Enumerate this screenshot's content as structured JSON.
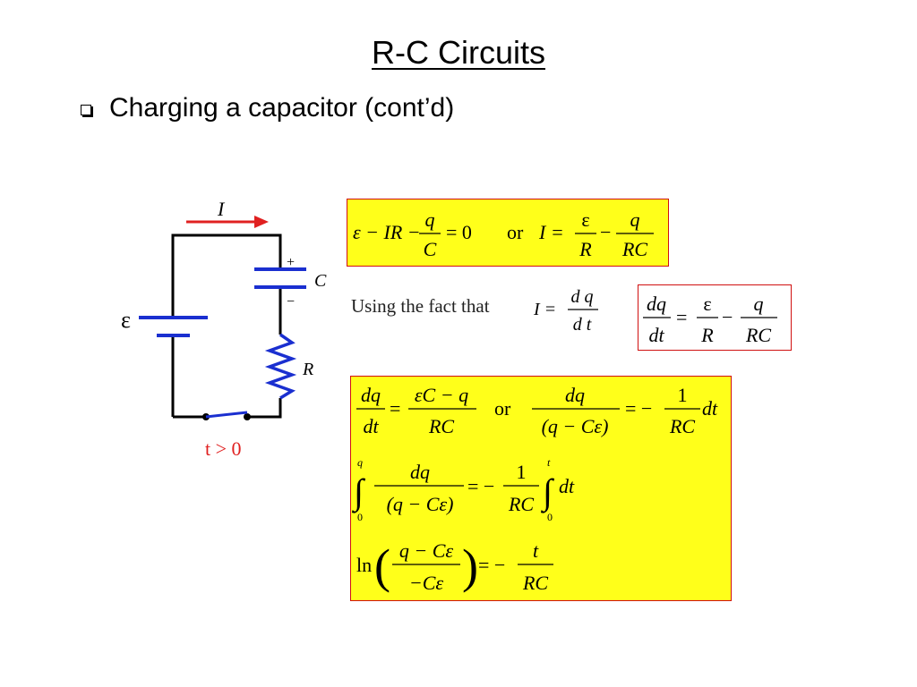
{
  "slide": {
    "title": "R-C Circuits",
    "bullet": "Charging a capacitor (cont’d)"
  },
  "circuit": {
    "current_label": "I",
    "emf_label": "ε",
    "capacitor_label": "C",
    "plus_sign": "+",
    "minus_sign": "−",
    "resistor_label": "R",
    "switch_caption": "t > 0"
  },
  "text": {
    "using_fact": "Using the fact that"
  },
  "equations": {
    "eq1": {
      "lhs": "ε − IR −",
      "num": "q",
      "den": "C",
      "eq0": "= 0",
      "or": "or",
      "I_eq": "I =",
      "f1_num": "ε",
      "f1_den": "R",
      "minus": "−",
      "f2_num": "q",
      "f2_den": "RC"
    },
    "fact": {
      "lhs": "I =",
      "num": "d q",
      "den": "d t"
    },
    "eq2": {
      "num": "dq",
      "den": "dt",
      "eq": "=",
      "f1_num": "ε",
      "f1_den": "R",
      "minus": "−",
      "f2_num": "q",
      "f2_den": "RC"
    },
    "eq3a": {
      "num": "dq",
      "den": "dt",
      "eq": "=",
      "rhs_num": "εC − q",
      "rhs_den": "RC",
      "or": "or",
      "b_num": "dq",
      "b_den": "(q − Cε)",
      "b_eq": "= −",
      "b_one": "1",
      "b_rc": "RC",
      "b_dt": "dt"
    },
    "eq3b": {
      "upper_q": "q",
      "lower_0": "0",
      "num": "dq",
      "den": "(q − Cε)",
      "eq": "= −",
      "one": "1",
      "rc": "RC",
      "upper_t": "t",
      "lower_0b": "0",
      "dt": "dt"
    },
    "eq3c": {
      "ln": "ln",
      "num": "q − Cε",
      "den": "−Cε",
      "eq": "= −",
      "t": "t",
      "rc": "RC"
    }
  },
  "colors": {
    "highlight": "#ffff1a",
    "box_border": "#d01010",
    "arrow": "#e02020",
    "capacitor_resistor": "#1a2fd0",
    "caption": "#e02020"
  }
}
